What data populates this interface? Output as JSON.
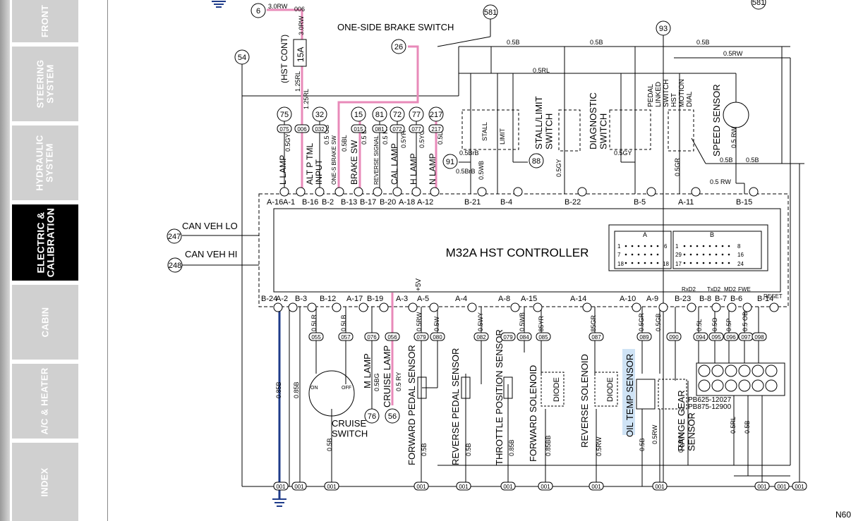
{
  "sidebar": {
    "tabs": [
      {
        "label": "FRONT",
        "active": false
      },
      {
        "label": "STEERING\nSYSTEM",
        "active": false
      },
      {
        "label": "HYDRAULIC\nSYSTEM",
        "active": false
      },
      {
        "label": "ELECTRIC &\nCALIBRATION",
        "active": true
      },
      {
        "label": "CABIN",
        "active": false
      },
      {
        "label": "A/C & HEATER",
        "active": false
      },
      {
        "label": "INDEX",
        "active": false
      }
    ]
  },
  "diagram": {
    "controller_title": "M32A HST CONTROLLER",
    "connector_a": "A",
    "connector_b": "B",
    "conn_a_left_top": "1",
    "conn_a_right_top": "6",
    "conn_a_left_mid": "7",
    "conn_a_left_bot": "18",
    "conn_a_right_bot": "18",
    "conn_b_left_top": "1",
    "conn_b_right_top": "8",
    "conn_b_left_mid": "29",
    "conn_b_right_mid": "16",
    "conn_b_left_bot": "17",
    "conn_b_right_bot": "24",
    "one_side_brake_switch": "ONE-SIDE BRAKE SWITCH",
    "hst_cont": "(HST CONT)",
    "fuse": "15A",
    "stall_limit_switch": "STALL/LIMIT\nSWITCH",
    "diagnostic_switch": "DIAGNOSTIC\nSWITCH",
    "pedal_linked_switch": "PEDAL\nLINKED\nSWITCH",
    "hst_motion_dial": "HST\nMOTION\nDIAL",
    "speed_sensor": "SPEED SENSOR",
    "stall": "STALL",
    "limit": "LIMIT",
    "can_veh_lo": "CAN VEH LO",
    "can_veh_hi": "CAN VEH HI",
    "plus5v": "+5V",
    "cruise_switch": "CRUISE\nSWITCH",
    "on": "ON",
    "off": "OFF",
    "pb1": "PB625-12027",
    "pb2": "PB875-12900",
    "rxd2": "RxD2",
    "txd2": "TxD2",
    "md2": "MD2",
    "fwe": "FWE",
    "reset": "RESET",
    "page_code": "N60",
    "top_labels": [
      "L LAMP",
      "ALT P TML\nINPUT",
      "ONE-S BRAKE SW",
      "BRAKE SW",
      "REVERSE SIGNAL",
      "CAL LAMP",
      "H LAMP",
      "N LAMP"
    ],
    "top_wire_labels": [
      "0.5GY",
      "1.25RL",
      "0.5 GB",
      "0.5BL",
      "0.5 BY",
      "0.5 RY",
      "0.5YR",
      "0.5YG",
      "0.5LR"
    ],
    "top_pins": [
      "A-16",
      "A-1",
      "B-16",
      "B-2",
      "B-13",
      "B-17",
      "B-20",
      "A-18",
      "A-12",
      "B-21",
      "B-4",
      "B-22",
      "B-5",
      "A-11",
      "B-15"
    ],
    "top_circuits": [
      "75",
      "32",
      "15",
      "81",
      "72",
      "77",
      "217"
    ],
    "top_tags": [
      "075",
      "032",
      "006",
      "015",
      "081",
      "072",
      "077",
      "217"
    ],
    "bottom_pins": [
      "B-24",
      "A-2",
      "B-3",
      "B-12",
      "A-17",
      "B-19",
      "A-3",
      "A-5",
      "A-4",
      "A-8",
      "A-15",
      "A-14",
      "A-10",
      "A-9",
      "B-23",
      "B-8",
      "B-7",
      "B-6",
      "B-14"
    ],
    "bottom_labels": [
      "M LAMP",
      "CRUISE LAMP",
      "FORWARD PEDAL SENSOR",
      "REVERSE PEDAL SENSOR",
      "THROTTLE POSITION SENSOR",
      "FORWARD SOLENOID",
      "REVERSE SOLENOID",
      "OIL TEMP SENSOR",
      "RANGE GEAR\nSENSOR"
    ],
    "diode": "DIODE",
    "bottom_wire_labels": [
      "0.5LR",
      "0.5LB",
      "0.5BG",
      "0.5 RY",
      "0.5RW",
      "0.5W",
      "0.5WY",
      "0.5WB",
      "0.85YR",
      "0.85GR",
      "0.5GR",
      "0.5GB",
      "0.5L",
      "0.5O",
      "0.5P",
      "0.5 OB"
    ],
    "bottom_tags": [
      "055",
      "057",
      "076",
      "056",
      "079",
      "080",
      "082",
      "079",
      "084",
      "085",
      "087",
      "089",
      "090",
      "094",
      "095",
      "096",
      "097",
      "098"
    ],
    "ground_tags": [
      "001",
      "001",
      "001",
      "001",
      "001",
      "001",
      "001",
      "001",
      "001",
      "001",
      "001",
      "001"
    ],
    "misc_labels": [
      "3.0RW",
      "006",
      "3.0RW",
      "1.25RL",
      "0.5B",
      "0.5RL",
      "0.5B",
      "0.5RW",
      "0.5B",
      "0.5 RW",
      "0.5B",
      "0.5BrB",
      "0.5BrB",
      "0.5WB",
      "0.5GY",
      "0.5GY",
      "0.5GR",
      "0.5 RW",
      "0.5B",
      "0.85B",
      "0.85B",
      "0.5B",
      "0.5B",
      "0.5B",
      "0.85B",
      "0.85BB",
      "0.5RW",
      "0.5B",
      "0.5RW",
      "0.5RW",
      "0.5RL",
      "0.5B"
    ],
    "circles": [
      "6",
      "581",
      "93",
      "581",
      "54",
      "26",
      "91",
      "88",
      "247",
      "248",
      "76",
      "56"
    ]
  }
}
